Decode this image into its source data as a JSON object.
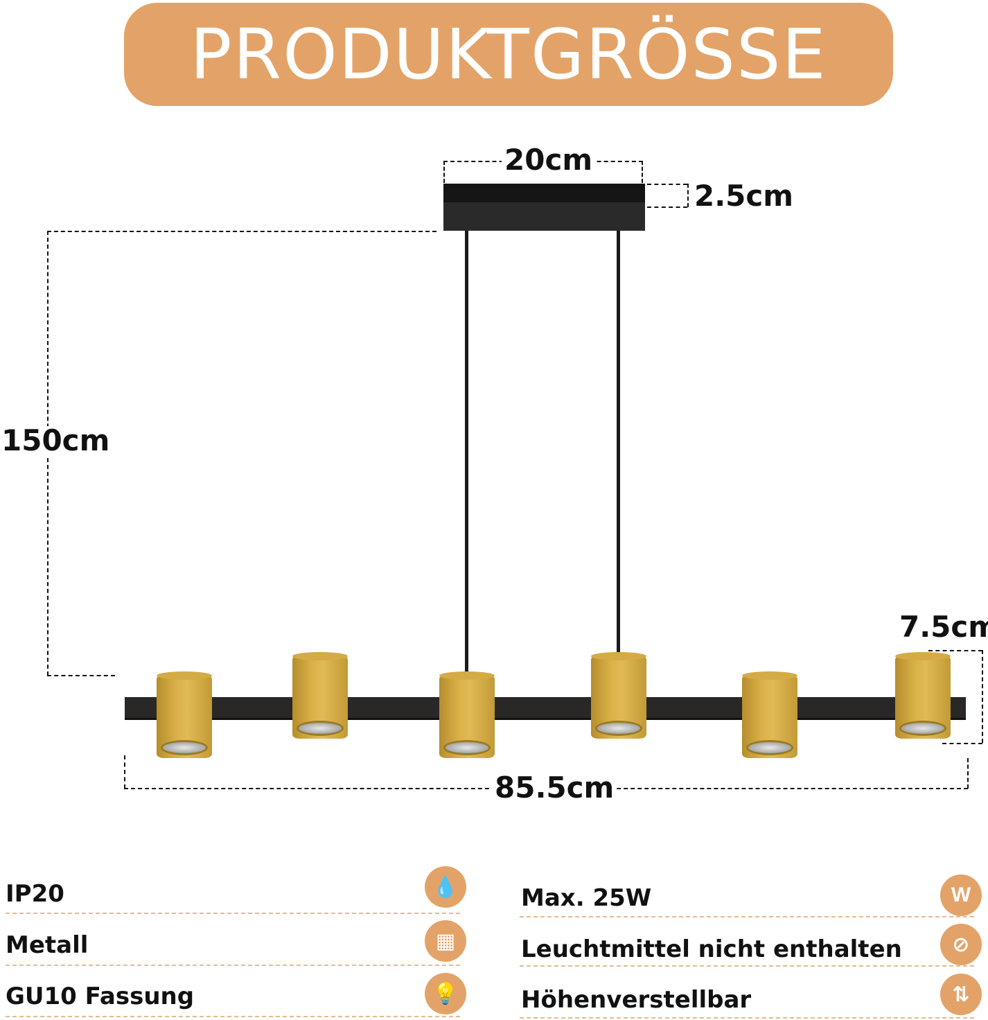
{
  "header": {
    "title": "PRODUKTGRÖSSE",
    "color": "#e3a368"
  },
  "dimensions": {
    "canopy_width": "20cm",
    "canopy_height": "2.5cm",
    "hanging_height": "150cm",
    "shade_height": "7.5cm",
    "total_length": "85.5cm"
  },
  "features": {
    "left": [
      {
        "label": "IP20",
        "icon": "water-drop-icon",
        "glyph": "💧"
      },
      {
        "label": "Metall",
        "icon": "metal-bars-icon",
        "glyph": "▦"
      },
      {
        "label": "GU10 Fassung",
        "icon": "light-bulb-icon",
        "glyph": "💡"
      }
    ],
    "right": [
      {
        "label": "Max. 25W",
        "icon": "watt-icon",
        "glyph": "W"
      },
      {
        "label": "Leuchtmittel nicht enthalten",
        "icon": "no-bulb-icon",
        "glyph": "⊘"
      },
      {
        "label": "Höhenverstellbar",
        "icon": "height-adjust-icon",
        "glyph": "⇅"
      }
    ]
  }
}
